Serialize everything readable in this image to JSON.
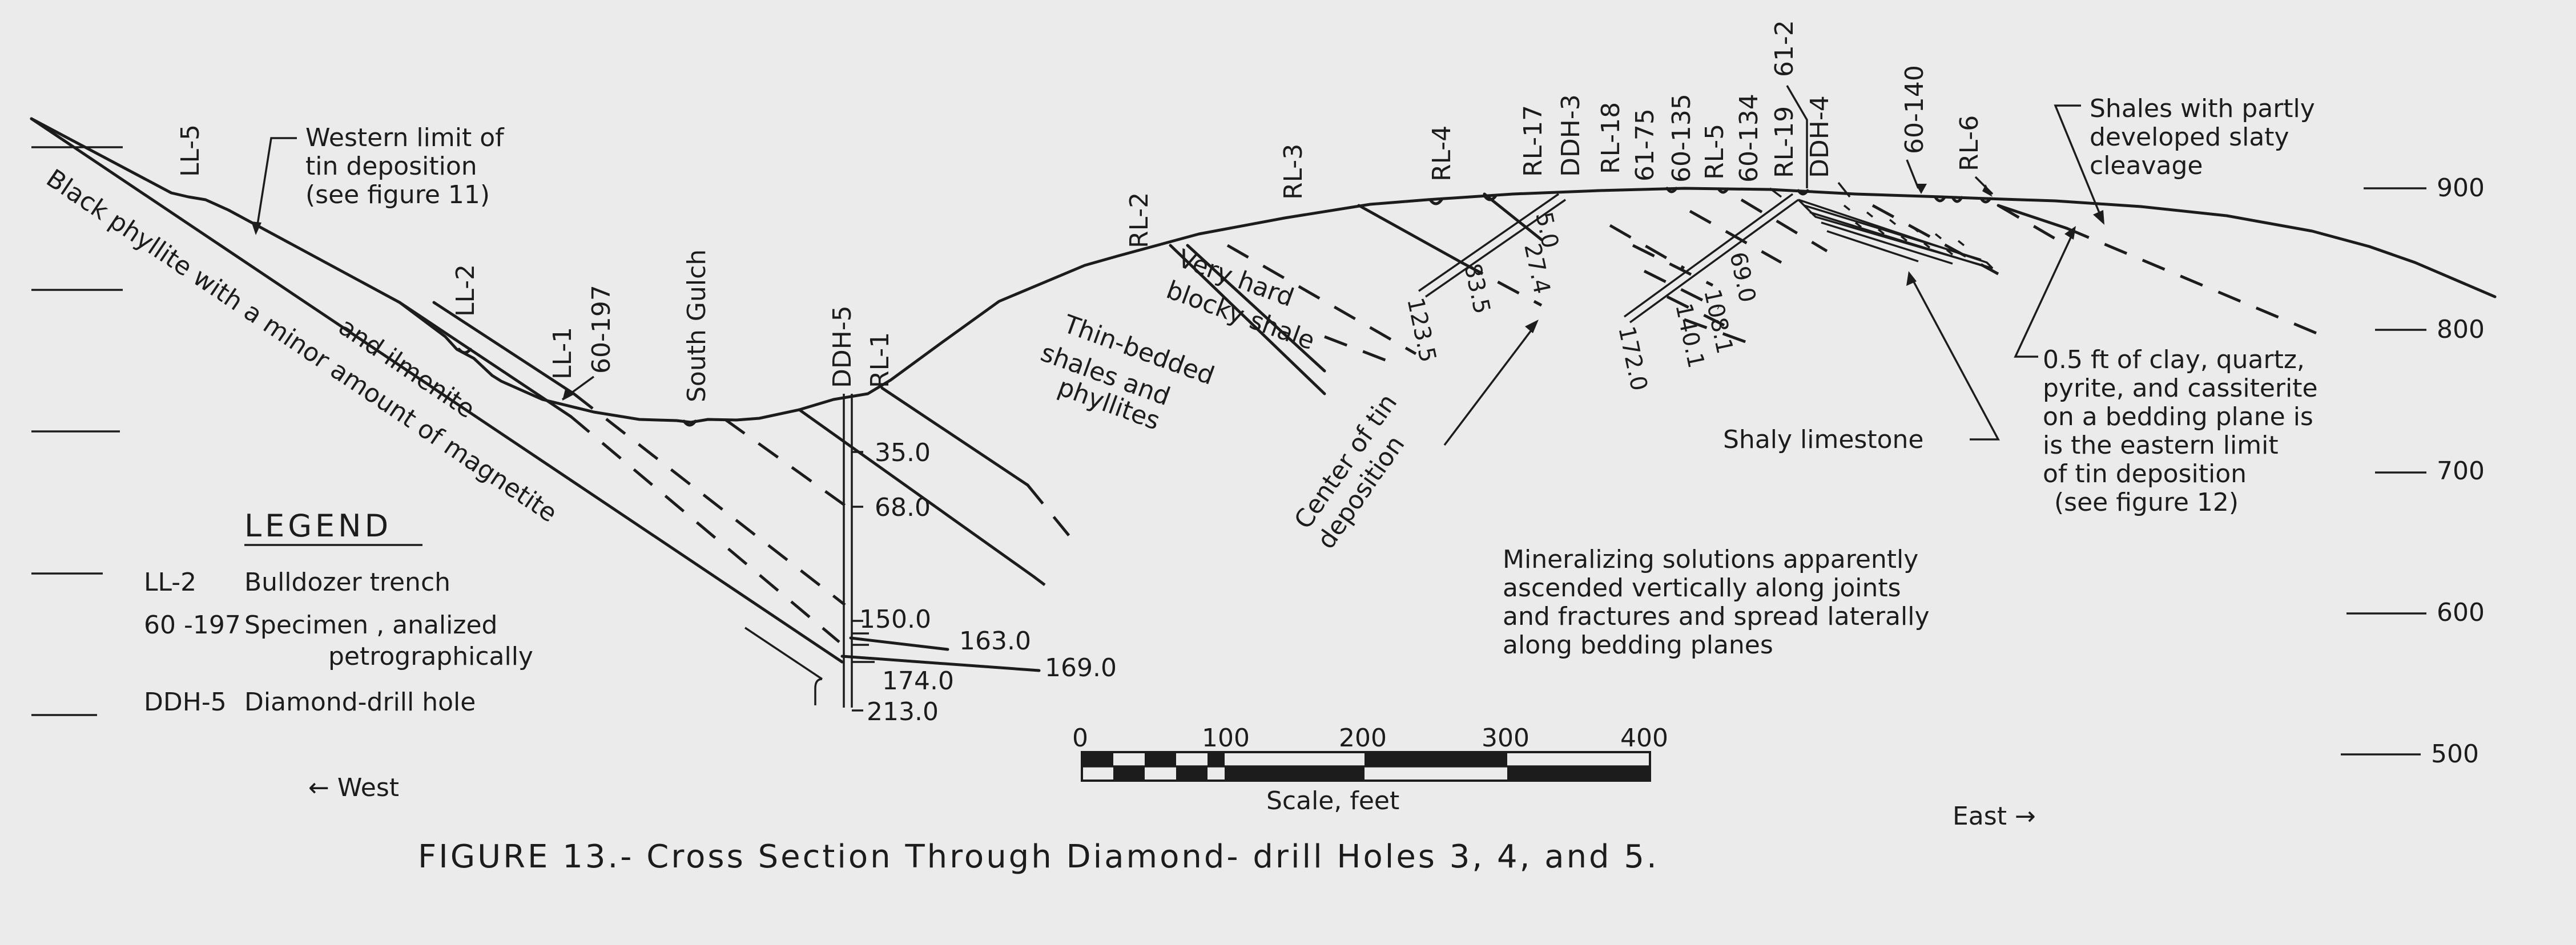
{
  "figure": {
    "title": "FIGURE 13.- Cross  Section Through Diamond- drill Holes  3, 4,  and 5."
  },
  "directions": {
    "west": "← West",
    "east": "East →"
  },
  "elevation_ticks": [
    "900",
    "800",
    "700",
    "600",
    "500"
  ],
  "legend": {
    "heading": "LEGEND",
    "items": [
      {
        "symbol": "LL-2",
        "description": "Bulldozer  trench"
      },
      {
        "symbol": "60 -197",
        "description": "Specimen , analized"
      },
      {
        "symbol": "",
        "description": "petrographically"
      },
      {
        "symbol": "DDH-5",
        "description": "Diamond-drill hole"
      }
    ]
  },
  "scale_bar": {
    "ticks": [
      "0",
      "100",
      "200",
      "300",
      "400"
    ],
    "label": "Scale, feet"
  },
  "surface_labels": {
    "ll5": "LL-5",
    "ll2": "LL-2",
    "ll1": "LL-1",
    "s60_197": "60-197",
    "south_gulch": "South Gulch",
    "ddh5": "DDH-5",
    "rl1": "RL-1",
    "rl2": "RL-2",
    "rl3": "RL-3",
    "rl4": "RL-4",
    "rl17": "RL-17",
    "ddh3": "DDH-3",
    "rl18": "RL-18",
    "s61_75": "61-75",
    "s60_135": "60-135",
    "rl5": "RL-5",
    "s60_134": "60-134",
    "rl19": "RL-19",
    "s61_2": "61-2",
    "ddh4": "DDH-4",
    "s60_140": "60-140",
    "rl6": "RL-6"
  },
  "depth_labels": {
    "ddh5": [
      "35.0",
      "68.0",
      "150.0",
      "163.0",
      "169.0",
      "174.0",
      "213.0"
    ],
    "ddh3": [
      "5.0",
      "27.4",
      "83.5",
      "123.5"
    ],
    "ddh4": [
      "69.0",
      "108.1",
      "140.1",
      "172.0"
    ]
  },
  "annotations": {
    "western_limit": [
      "Western limit of",
      "tin deposition",
      "(see figure 11)"
    ],
    "black_phyllite": [
      "Black phyllite with a minor amount of magnetite",
      "and ilmenite"
    ],
    "thin_bedded": [
      "Thin-bedded",
      "shales and",
      "phyllites"
    ],
    "very_hard": [
      "Very hard",
      "blocky shale"
    ],
    "center_tin": [
      "Center of tin",
      "deposition"
    ],
    "shaly_limestone": "Shaly limestone",
    "shales_slaty": [
      "Shales with partly",
      "developed slaty",
      "cleavage"
    ],
    "eastern_limit": [
      "0.5 ft of clay, quartz,",
      "pyrite, and cassiterite",
      "on a bedding plane is",
      "is the eastern limit",
      "of tin deposition",
      "(see figure 12)"
    ],
    "mineralizing": [
      "Mineralizing solutions apparently",
      "ascended vertically along joints",
      "and fractures and spread laterally",
      "along bedding planes"
    ]
  }
}
